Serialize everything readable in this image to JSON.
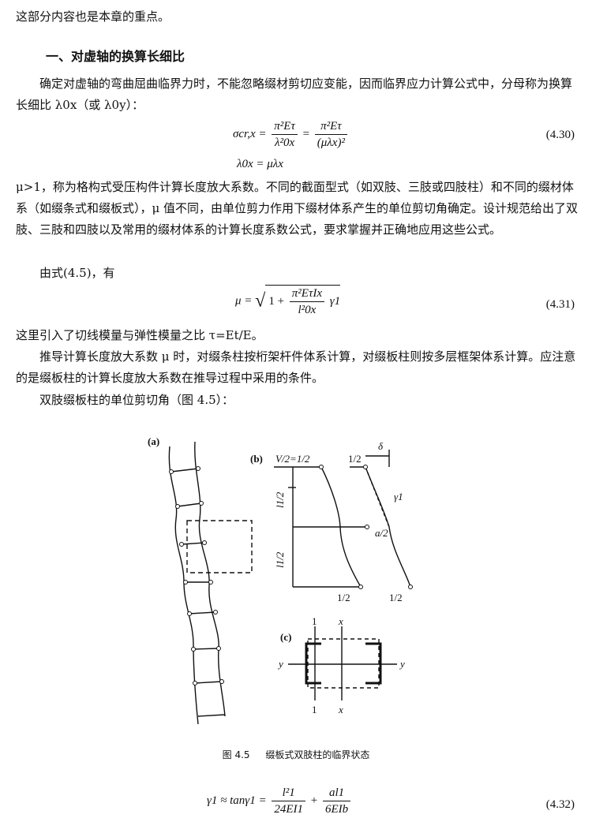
{
  "intro_line": "这部分内容也是本章的重点。",
  "section_heading": "一、对虚轴的换算长细比",
  "para1": "确定对虚轴的弯曲屈曲临界力时，不能忽略缀材剪切应变能，因而临界应力计算公式中，分母称为换算长细比 λ0x（或 λ0y）：",
  "eq430": {
    "lhs": "σcr,x =",
    "frac1_num": "π²Eτ",
    "frac1_den": "λ²0x",
    "eq_sign": "=",
    "frac2_num": "π²Eτ",
    "frac2_den": "(μλx)²",
    "number": "(4.30)"
  },
  "eq_lambda": "λ0x = μλx",
  "para2": "μ>1，称为格构式受压构件计算长度放大系数。不同的截面型式（如双肢、三肢或四肢柱）和不同的缀材体系（如缀条式和缀板式），μ 值不同，由单位剪力作用下缀材体系产生的单位剪切角确定。设计规范给出了双肢、三肢和四肢以及常用的缀材体系的计算长度系数公式，要求掌握并正确地应用这些公式。",
  "para3": "由式(4.5)，有",
  "eq431": {
    "lhs": "μ =",
    "inner": "1 +",
    "frac_num": "π²EτIx",
    "frac_den": "l²0x",
    "tail": "γ1",
    "number": "(4.31)"
  },
  "para4": "这里引入了切线模量与弹性模量之比 τ=Et/E。",
  "para5": "推导计算长度放大系数 μ 时，对缀条柱按桁架杆件体系计算，对缀板柱则按多层框架体系计算。应注意的是缀板柱的计算长度放大系数在推导过程中采用的条件。",
  "para6": "双肢缀板柱的单位剪切角（图 4.5）：",
  "figure": {
    "label_a": "(a)",
    "label_b": "(b)",
    "label_c": "(c)",
    "v_label": "V/2=1/2",
    "half_top": "1/2",
    "delta": "δ",
    "gamma": "γ1",
    "l1_upper": "l1/2",
    "l1_lower": "l1/2",
    "a2": "a/2",
    "half_bottom_left": "1/2",
    "half_bottom_right": "1/2",
    "axis_1_top": "1",
    "axis_1_bottom": "1",
    "axis_x_top": "x",
    "axis_x_bottom": "x",
    "axis_y_left": "y",
    "axis_y_right": "y"
  },
  "caption_num": "图 4.5",
  "caption_text": "缀板式双肢柱的临界状态",
  "eq432": {
    "lhs": "γ1 ≈ tanγ1 =",
    "frac1_num": "l²1",
    "frac1_den": "24EI1",
    "plus": "+",
    "frac2_num": "al1",
    "frac2_den": "6EIb",
    "number": "(4.32)"
  }
}
